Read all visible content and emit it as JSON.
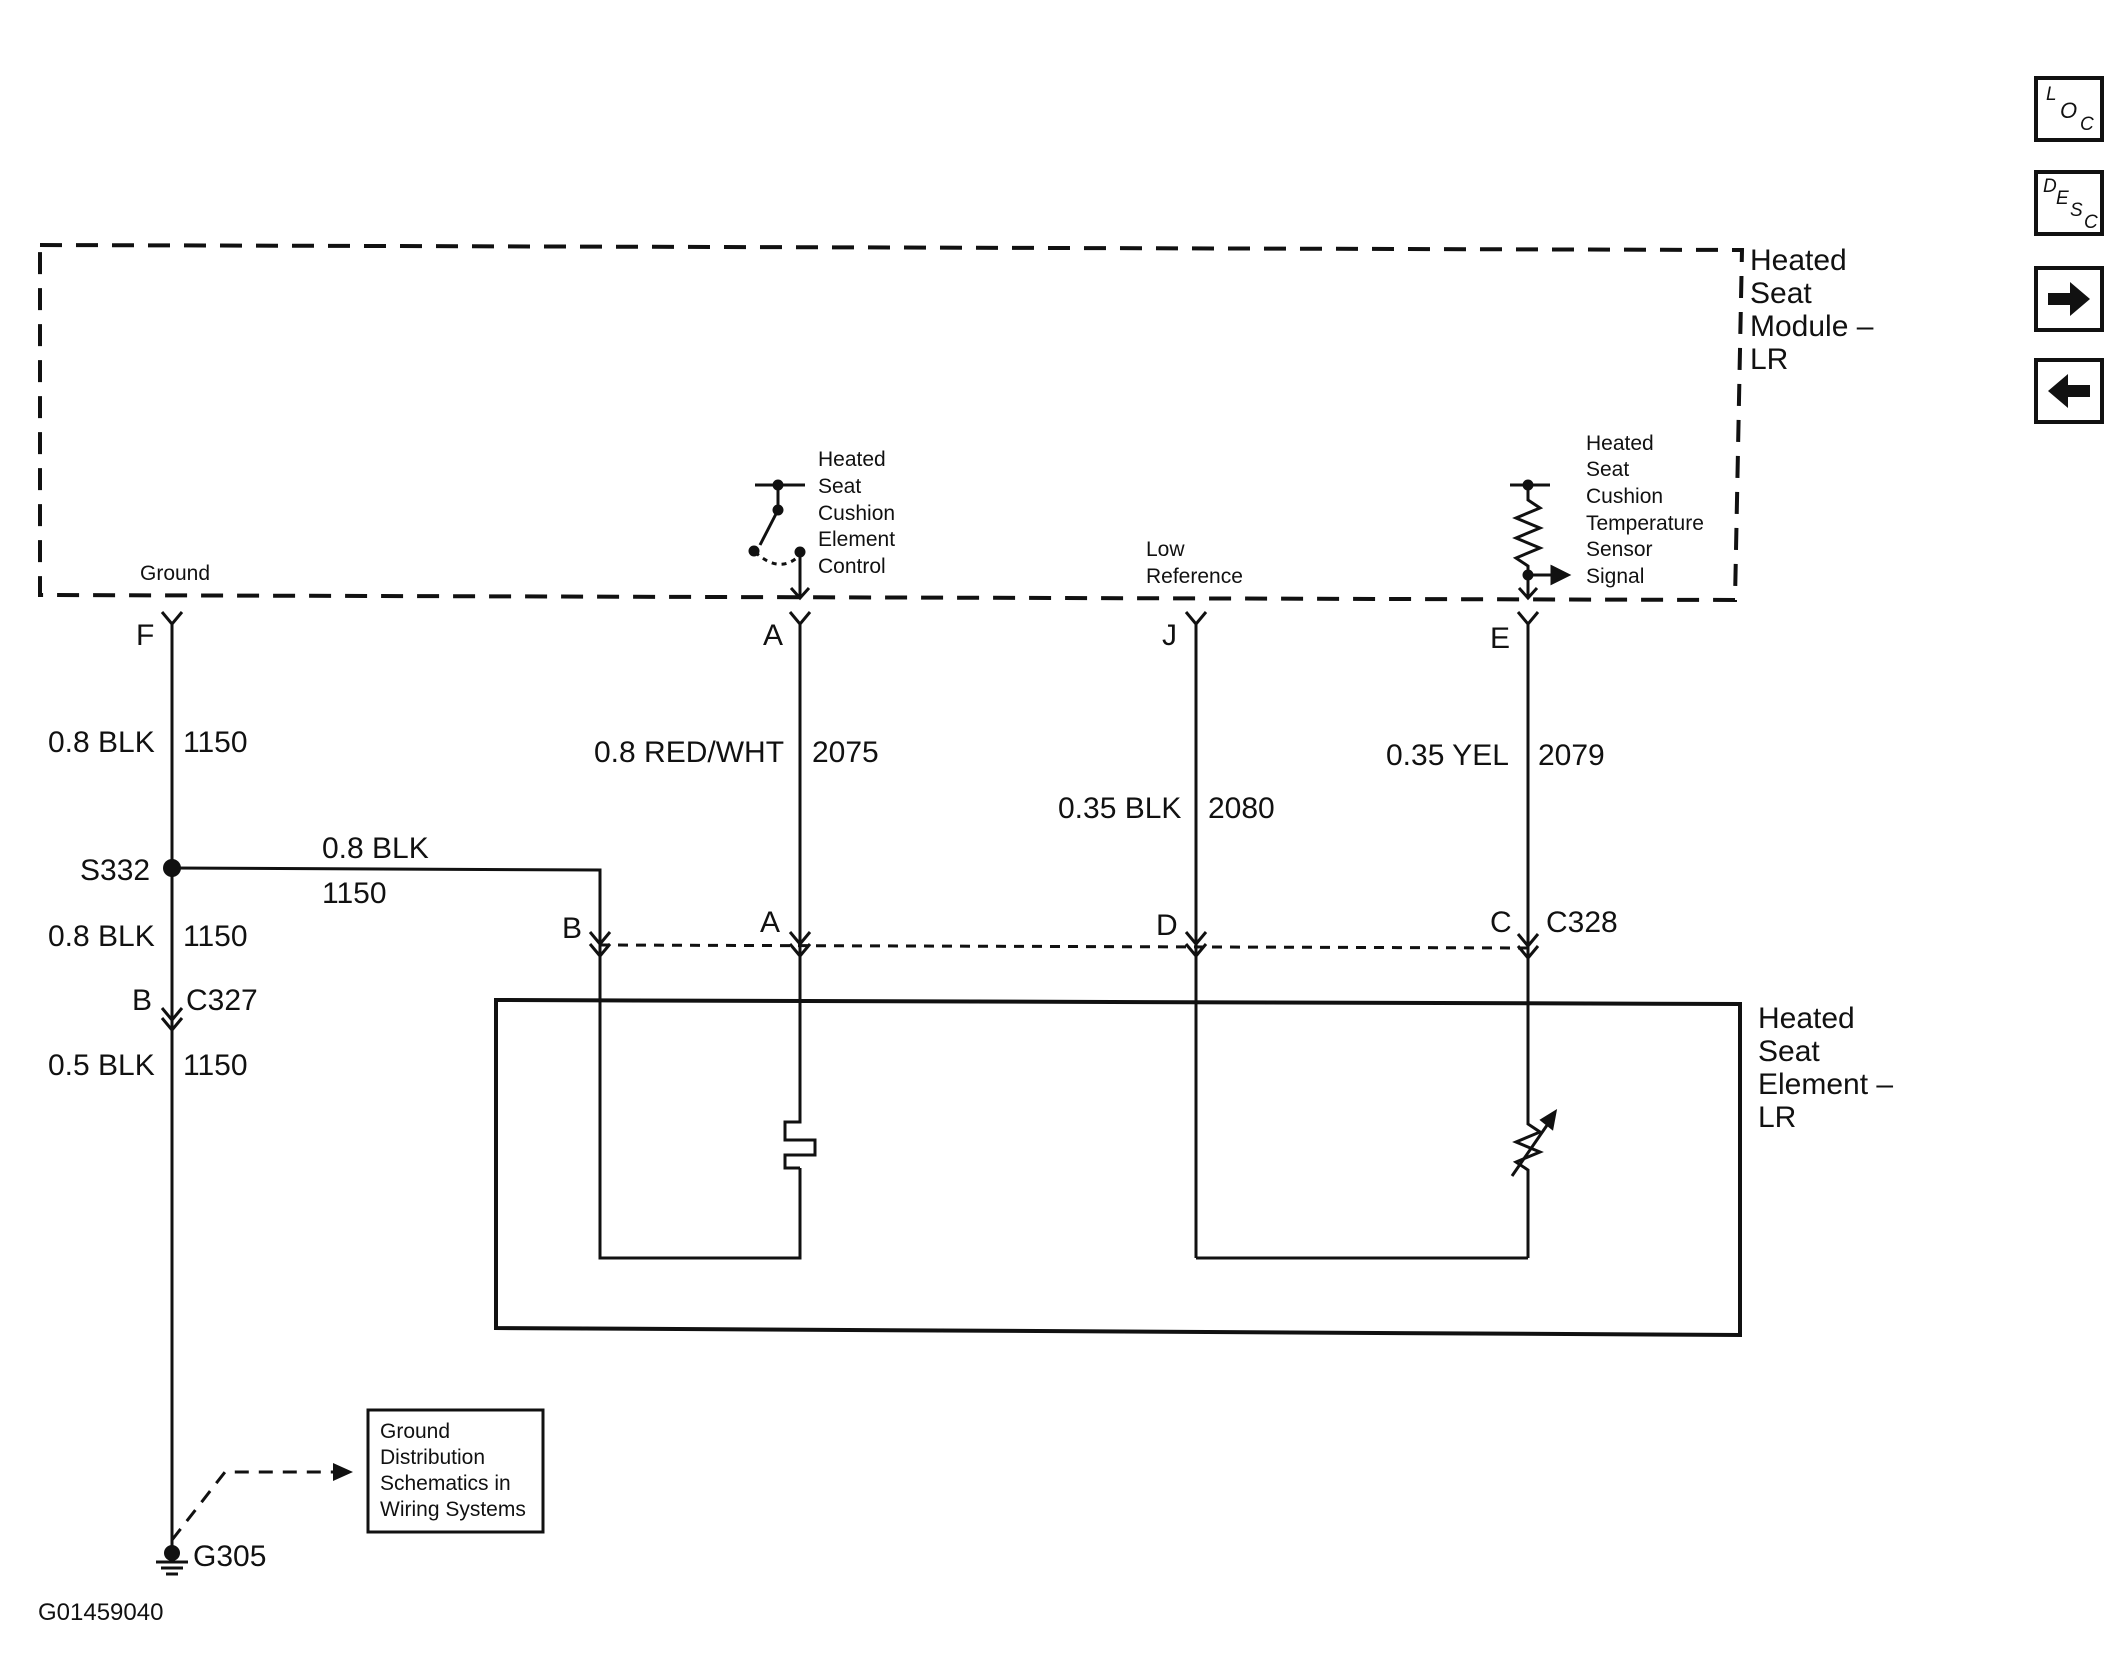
{
  "module": {
    "name_lines": [
      "Heated",
      "Seat",
      "Module –",
      "LR"
    ],
    "ground_label": "Ground",
    "control_label_lines": [
      "Heated",
      "Seat",
      "Cushion",
      "Element",
      "Control"
    ],
    "low_ref_lines": [
      "Low",
      "Reference"
    ],
    "temp_label_lines": [
      "Heated",
      "Seat",
      "Cushion",
      "Temperature",
      "Sensor",
      "Signal"
    ]
  },
  "module_pins": {
    "f": "F",
    "a": "A",
    "j": "J",
    "e": "E"
  },
  "wires": {
    "ground_top": {
      "size": "0.8 BLK",
      "circuit": "1150"
    },
    "splice_branch": {
      "size": "0.8 BLK",
      "circuit": "1150"
    },
    "ground_mid": {
      "size": "0.8 BLK",
      "circuit": "1150"
    },
    "ground_bottom": {
      "size": "0.5 BLK",
      "circuit": "1150"
    },
    "control": {
      "size": "0.8 RED/WHT",
      "circuit": "2075"
    },
    "low_ref": {
      "size": "0.35 BLK",
      "circuit": "2080"
    },
    "temp": {
      "size": "0.35 YEL",
      "circuit": "2079"
    }
  },
  "splice": "S332",
  "connector_c327": {
    "name": "C327",
    "pin": "B"
  },
  "connector_c328": {
    "name": "C328",
    "pins": {
      "b": "B",
      "a": "A",
      "d": "D",
      "c": "C"
    }
  },
  "element": {
    "name_lines": [
      "Heated",
      "Seat",
      "Element –",
      "LR"
    ]
  },
  "ground_point": "G305",
  "reference_box_lines": [
    "Ground",
    "Distribution",
    "Schematics in",
    "Wiring Systems"
  ],
  "figure_id": "G01459040",
  "nav_buttons": {
    "loc": {
      "l": "L",
      "o": "O",
      "c": "C"
    },
    "desc": {
      "d": "D",
      "e": "E",
      "s": "S",
      "c": "C"
    },
    "next_glyph": "➔",
    "prev_glyph": "🠔"
  }
}
